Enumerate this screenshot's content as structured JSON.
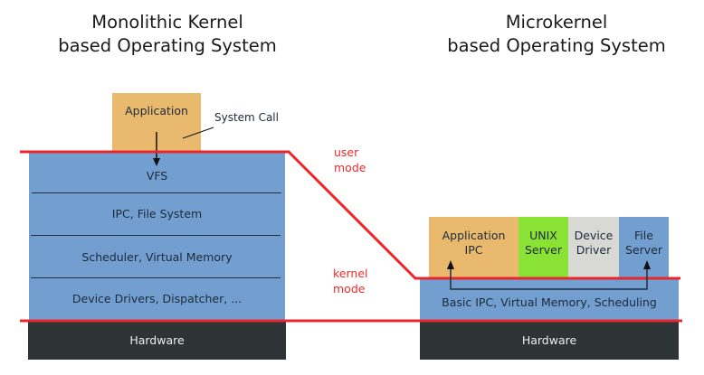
{
  "monolithic": {
    "title_line1": "Monolithic Kernel",
    "title_line2": "based Operating System",
    "application": "Application",
    "system_call": "System Call",
    "layers": [
      "VFS",
      "IPC, File System",
      "Scheduler, Virtual Memory",
      "Device Drivers, Dispatcher, ..."
    ],
    "hardware": "Hardware"
  },
  "microkernel": {
    "title_line1": "Microkernel",
    "title_line2": "based Operating System",
    "servers": [
      {
        "line1": "Application",
        "line2": "IPC"
      },
      {
        "line1": "UNIX",
        "line2": "Server"
      },
      {
        "line1": "Device",
        "line2": "Driver"
      },
      {
        "line1": "File",
        "line2": "Server"
      }
    ],
    "kernel": "Basic IPC, Virtual Memory, Scheduling",
    "hardware": "Hardware"
  },
  "modes": {
    "user_line1": "user",
    "user_line2": "mode",
    "kernel_line1": "kernel",
    "kernel_line2": "mode"
  },
  "colors": {
    "kernel_blue": "#729fcf",
    "application_orange": "#e9b96e",
    "unix_green": "#8ae234",
    "driver_grey": "#d8d8d4",
    "hardware_dark": "#2e3436",
    "mode_boundary_red": "#ef2929"
  }
}
